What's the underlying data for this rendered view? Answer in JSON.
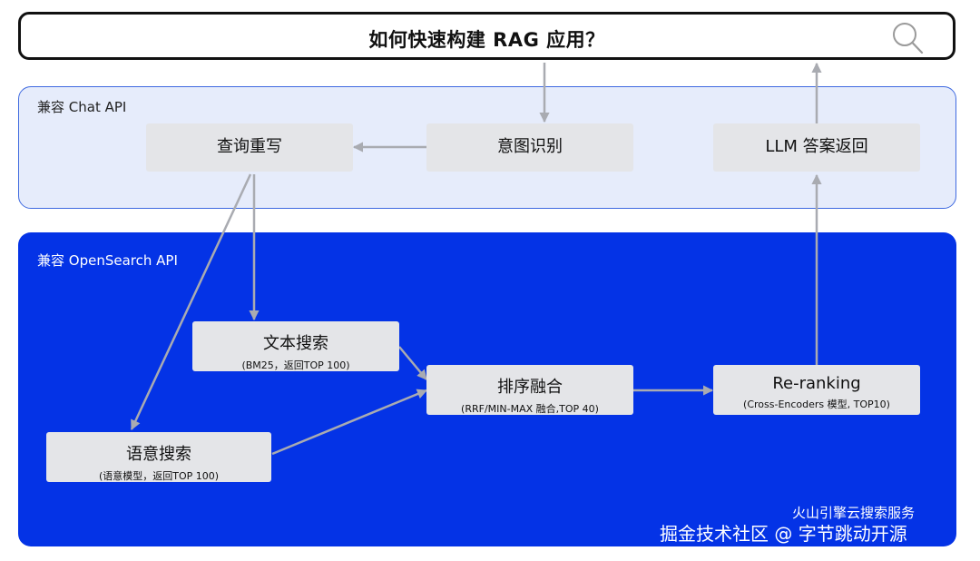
{
  "search": {
    "title": "如何快速构建 RAG 应用？"
  },
  "panels": {
    "chat": {
      "label": "兼容 Chat API"
    },
    "opensearch": {
      "label": "兼容 OpenSearch API"
    }
  },
  "nodes": {
    "query_rewrite": {
      "title": "查询重写"
    },
    "intent": {
      "title": "意图识别"
    },
    "llm_answer": {
      "title": "LLM 答案返回"
    },
    "text_search": {
      "title": "文本搜索",
      "sub": "(BM25，返回TOP 100)"
    },
    "semantic_search": {
      "title": "语意搜索",
      "sub": "(语意模型，返回TOP 100)"
    },
    "fusion": {
      "title": "排序融合",
      "sub": "(RRF/MIN-MAX 融合,TOP 40)"
    },
    "rerank": {
      "title": "Re-ranking",
      "sub": "(Cross-Encoders 模型, TOP10)"
    }
  },
  "watermark": {
    "line1": "火山引擎云搜索服务",
    "line2": "掘金技术社区 @ 字节跳动开源"
  },
  "colors": {
    "panel_chat_bg": "#e6ecfb",
    "panel_opensearch_bg": "#0433e6",
    "node_bg": "#e4e5e8",
    "arrow": "#a9abb1"
  },
  "icons": {
    "search": "magnifier-icon"
  }
}
